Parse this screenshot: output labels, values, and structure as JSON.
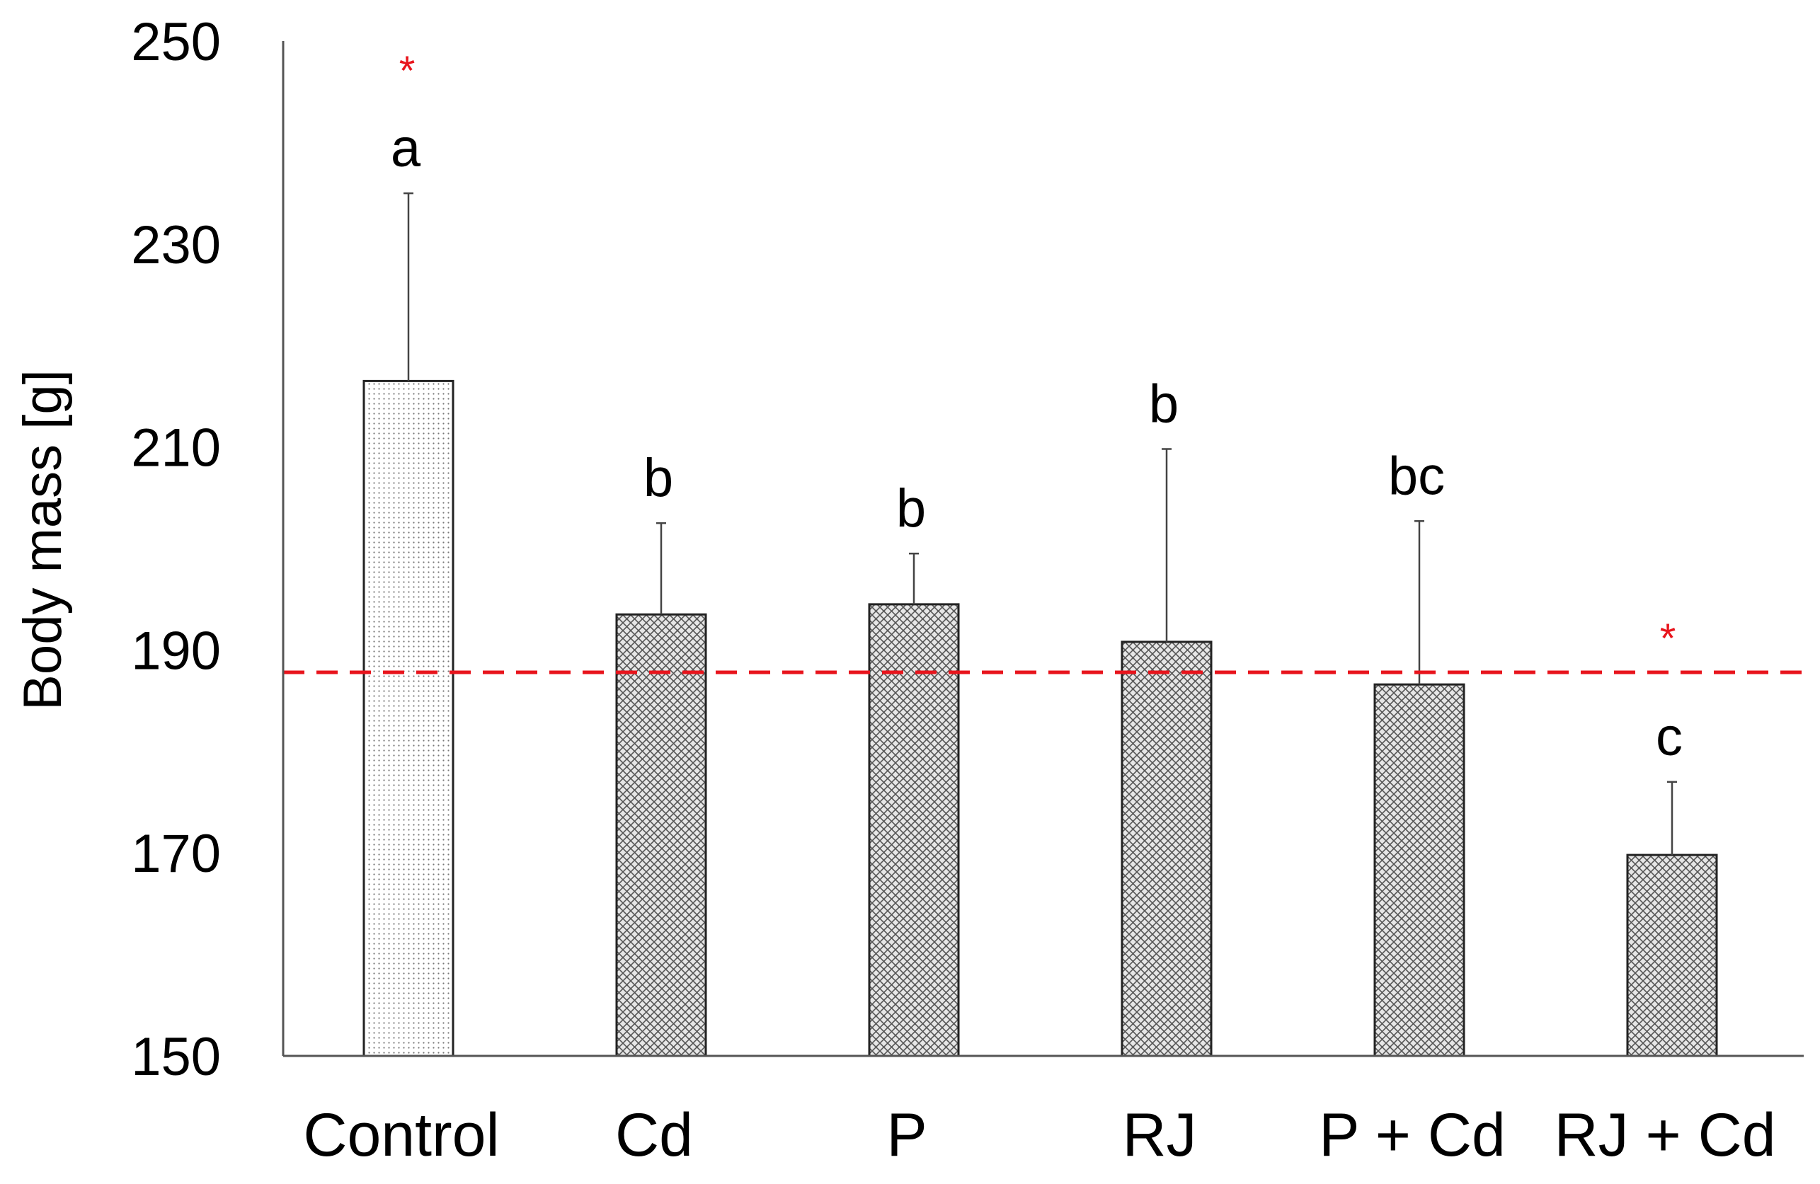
{
  "chart_data": {
    "type": "bar",
    "ylabel": "Body mass  [g]",
    "ylim": [
      150,
      250
    ],
    "yticks": [
      150,
      170,
      190,
      210,
      230,
      250
    ],
    "grid": false,
    "categories": [
      "Control",
      "Cd",
      "P",
      "RJ",
      "P + Cd",
      "RJ + Cd"
    ],
    "values": [
      216.5,
      193.5,
      194.5,
      190.8,
      186.6,
      169.8
    ],
    "errors": [
      18.5,
      9.0,
      5.0,
      19.0,
      16.1,
      7.2
    ],
    "group_letters": [
      "a",
      "b",
      "b",
      "b",
      "bc",
      "c"
    ],
    "patterns": [
      "dots",
      "crosshatch",
      "crosshatch",
      "crosshatch",
      "crosshatch",
      "crosshatch"
    ],
    "reference_line": {
      "value": 187.8,
      "style": "dashed",
      "color": "#e8141c"
    },
    "significance_marks": [
      {
        "category": "Control",
        "symbol": "*"
      },
      {
        "category": "RJ + Cd",
        "symbol": "*"
      }
    ],
    "colors": {
      "bar_edge": "#222222",
      "axis": "#555555",
      "significance": "#e8141c",
      "text": "#000000"
    }
  }
}
